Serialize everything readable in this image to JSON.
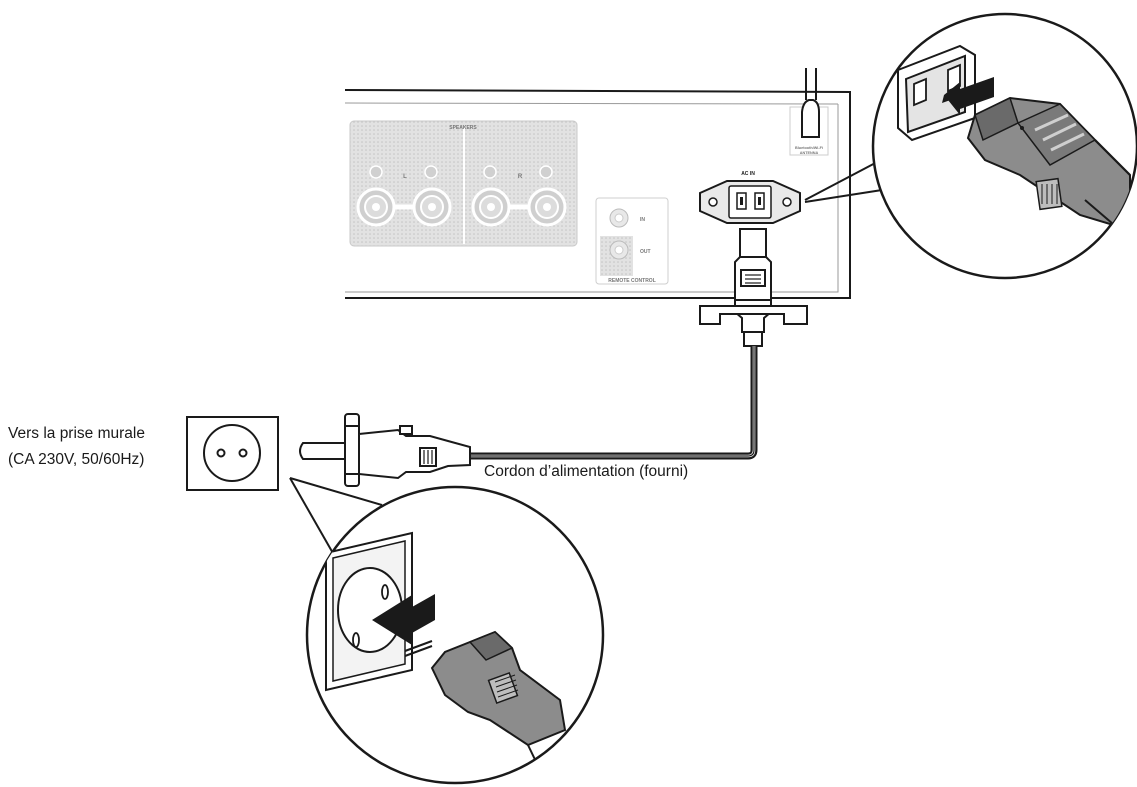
{
  "labels": {
    "wall_outlet_line1": "Vers la prise murale",
    "wall_outlet_line2": "(CA 230V, 50/60Hz)",
    "power_cord": "Cordon d’alimentation (fourni)"
  },
  "panel": {
    "speakers": "SPEAKERS",
    "ac_in": "AC IN",
    "remote_control": "REMOTE CONTROL",
    "remote_in": "IN",
    "remote_out": "OUT",
    "antenna_label_1": "Bluetooth/Wi-Fi",
    "antenna_label_2": "ANTENNA",
    "channel_l": "L",
    "channel_r": "R",
    "terminal_plus": "+",
    "terminal_minus": "−"
  },
  "colors": {
    "line": "#1a1a1a",
    "panel_fill": "#e6e6e6",
    "plug_fill": "#8c8c8c",
    "plug_dark": "#5a5a5a",
    "arrow": "#1a1a1a"
  },
  "icons": [
    "wall-socket-icon",
    "power-plug-icon",
    "iec-connector-icon",
    "insert-arrow-icon"
  ]
}
